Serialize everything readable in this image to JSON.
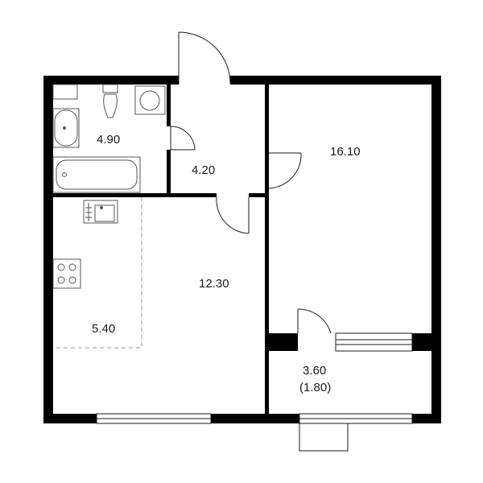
{
  "rooms": {
    "bathroom": {
      "area": "4.90"
    },
    "hallway": {
      "area": "4.20"
    },
    "bedroom": {
      "area": "16.10"
    },
    "kitchen_living": {
      "area": "12.30"
    },
    "kitchen_zone": {
      "area": "5.40"
    },
    "balcony": {
      "area": "3.60",
      "area_reduced": "(1.80)"
    }
  },
  "colors": {
    "wall": "#000000",
    "line": "#1a1a1a",
    "fixture": "#555555",
    "zone_dash": "#9a9a9a",
    "background": "#ffffff"
  }
}
